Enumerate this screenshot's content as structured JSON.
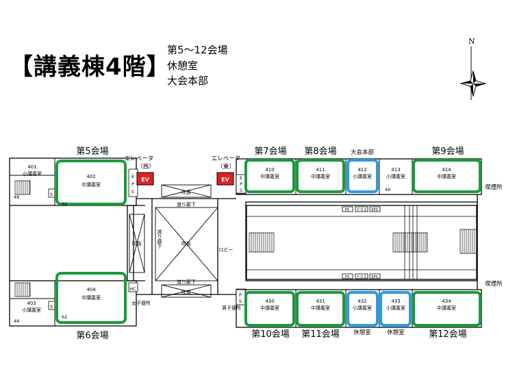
{
  "header": {
    "title": "【講義棟4階】",
    "lines": [
      "第5～12会場",
      "休憩室",
      "大会本部"
    ]
  },
  "compass": {
    "north_label": "N"
  },
  "colors": {
    "venue": "#1a9a3c",
    "rest": "#2d9be0",
    "ev": "#e02020",
    "wall": "#000000"
  },
  "rooms": {
    "r401": {
      "num": "401",
      "type": "小講義室",
      "cap": "48"
    },
    "r402": {
      "num": "402",
      "type": "中講義室",
      "cap": "62"
    },
    "r403": {
      "num": "403",
      "type": "小講義室",
      "cap": "48"
    },
    "r404": {
      "num": "404",
      "type": "中講義室",
      "cap": "62"
    },
    "r410": {
      "num": "410",
      "type": "中講義室"
    },
    "r411": {
      "num": "411",
      "type": "中講義室"
    },
    "r412": {
      "num": "412",
      "type": "小講義室"
    },
    "r413": {
      "num": "413",
      "type": "小講義室",
      "cap": "46"
    },
    "r414": {
      "num": "414",
      "type": "中講義室"
    },
    "r430": {
      "num": "430",
      "type": "中講義室"
    },
    "r431": {
      "num": "431",
      "type": "中講義室"
    },
    "r432": {
      "num": "432",
      "type": "小講義室"
    },
    "r433": {
      "num": "433",
      "type": "小講義室"
    },
    "r434": {
      "num": "434",
      "type": "中講義室"
    }
  },
  "venues": {
    "v5": "第5会場",
    "v6": "第6会場",
    "v7": "第7会場",
    "v8": "第8会場",
    "v9": "第9会場",
    "v10": "第10会場",
    "v11": "第11会場",
    "v12": "第12会場"
  },
  "labels": {
    "hq": "大会本部",
    "rest1": "休憩室",
    "rest2": "休憩室",
    "ev_west_1": "エレベータ",
    "ev_west_2": "（西）",
    "ev_east_1": "エレベータ",
    "ev_east_2": "（東）",
    "ev": "EV",
    "eps_e": "E",
    "eps_p": "P",
    "eps_s": "S",
    "s": "S",
    "smoking1": "喫煙所",
    "smoking2": "喫煙所",
    "atrium": "吹抜",
    "bridge": "渡り廊下",
    "bridge_vert": "渡り廊下",
    "lobby": "ロビー",
    "hc": "HC",
    "womens_wc": "女子便所",
    "mens_wc": "男子便所",
    "ps": "PS",
    "tel": "テラス",
    "eps": "EPS"
  }
}
